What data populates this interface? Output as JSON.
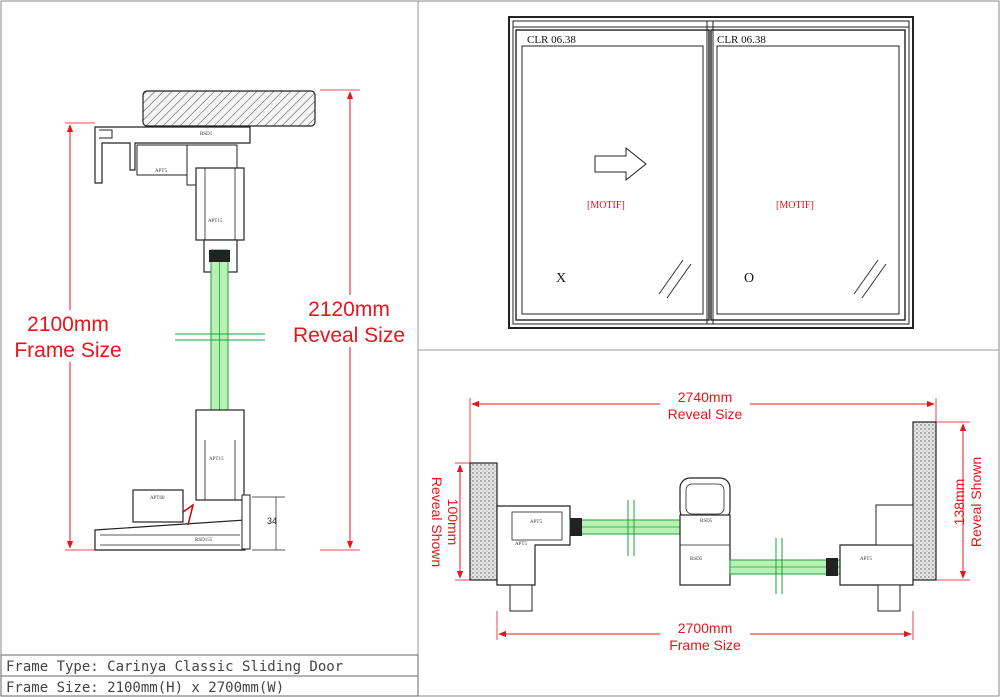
{
  "elevation": {
    "left_panel_label": "CLR 06.38",
    "right_panel_label": "CLR 06.38",
    "left_motif": "[MOTIF]",
    "right_motif": "[MOTIF]",
    "left_panel_mark": "X",
    "right_panel_mark": "O"
  },
  "vertical_section": {
    "frame_value": "2100mm",
    "frame_label": "Frame Size",
    "reveal_value": "2120mm",
    "reveal_label": "Reveal Size",
    "sill_dim": "34",
    "profile_labels": [
      "RSD1",
      "APT5",
      "APT15",
      "APT15",
      "APT60",
      "RSD155"
    ]
  },
  "horizontal_section": {
    "reveal_value": "2740mm",
    "reveal_label": "Reveal Size",
    "frame_value": "2700mm",
    "frame_label": "Frame Size",
    "left_reveal_value": "100mm",
    "left_reveal_label": "Reveal Shown",
    "right_reveal_value": "138mm",
    "right_reveal_label": "Reveal Shown",
    "profile_labels": [
      "APT5",
      "APT5",
      "RSD5",
      "RSD5",
      "APT5"
    ]
  },
  "title_block": {
    "frame_type": "Frame Type: Carinya Classic Sliding Door",
    "frame_size": "Frame Size: 2100mm(H) x 2700mm(W)"
  }
}
